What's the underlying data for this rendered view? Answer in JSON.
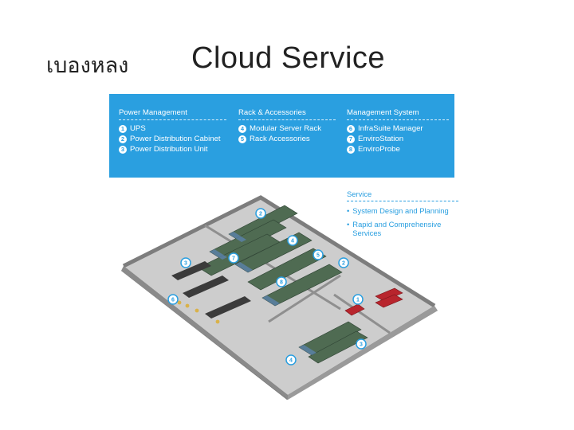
{
  "header": {
    "thai_title": "เบองหลง",
    "title": "Cloud Service"
  },
  "banner": {
    "columns": [
      {
        "heading": "Power Management",
        "dashes": "------------------------------------",
        "items": [
          {
            "num": "1",
            "label": "UPS"
          },
          {
            "num": "2",
            "label": "Power Distribution Cabinet"
          },
          {
            "num": "3",
            "label": "Power Distribution Unit"
          }
        ]
      },
      {
        "heading": "Rack & Accessories",
        "dashes": "------------------------------------",
        "items": [
          {
            "num": "4",
            "label": "Modular Server Rack"
          },
          {
            "num": "5",
            "label": "Rack Accessories"
          }
        ]
      },
      {
        "heading": "Management System",
        "dashes": "------------------------------------",
        "items": [
          {
            "num": "6",
            "label": "InfraSuite Manager"
          },
          {
            "num": "7",
            "label": "EnviroStation"
          },
          {
            "num": "8",
            "label": "EnviroProbe"
          }
        ]
      }
    ]
  },
  "service": {
    "heading": "Service",
    "dashes": "------------------------------------",
    "items": [
      {
        "bullet": "•",
        "label": "System Design and Planning"
      },
      {
        "bullet": "•",
        "label": "Rapid and Comprehensive Services"
      }
    ]
  },
  "diagram": {
    "markers": [
      "2",
      "3",
      "4",
      "5",
      "7",
      "8",
      "2",
      "6",
      "1",
      "3",
      "4"
    ]
  },
  "colors": {
    "banner": "#2a9fe0",
    "floor": "#c9c9c9",
    "wall": "#7d7d7d",
    "rack": "#4f6b52",
    "ups": "#b8252d"
  }
}
